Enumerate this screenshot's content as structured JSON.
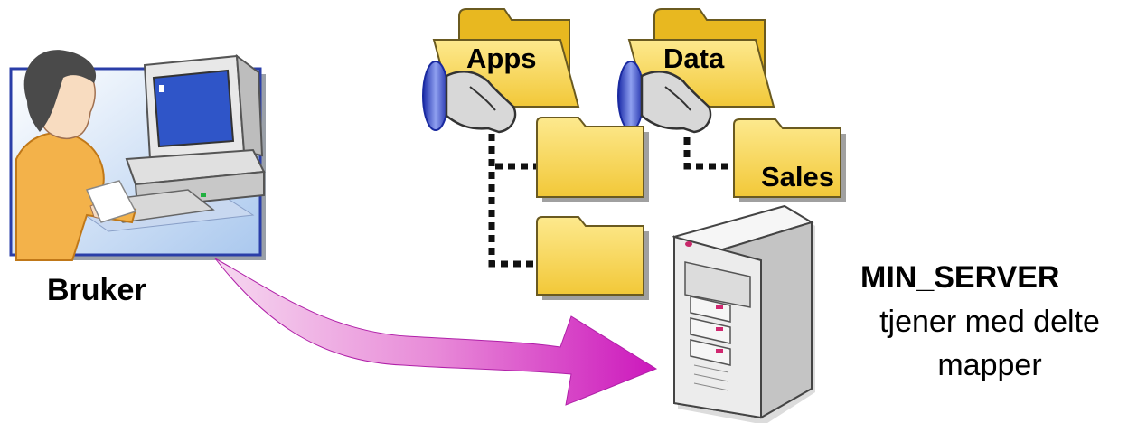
{
  "user": {
    "label": "Bruker"
  },
  "server": {
    "name": "MIN_SERVER",
    "description": "tjener med delte mapper"
  },
  "folders": {
    "apps": "Apps",
    "data": "Data",
    "sales": "Sales"
  },
  "colors": {
    "folder_fill": "#f6d24a",
    "folder_light": "#fbe58a",
    "connector": "#111111",
    "arrow_start": "#f4c6ee",
    "arrow_end": "#d020c0",
    "monitor_screen": "#2f55c8",
    "server_body": "#e6e6e6"
  },
  "icons": [
    "user-computer-icon",
    "shared-hand-icon",
    "folder-icon",
    "server-tower-icon",
    "curved-arrow-icon"
  ]
}
